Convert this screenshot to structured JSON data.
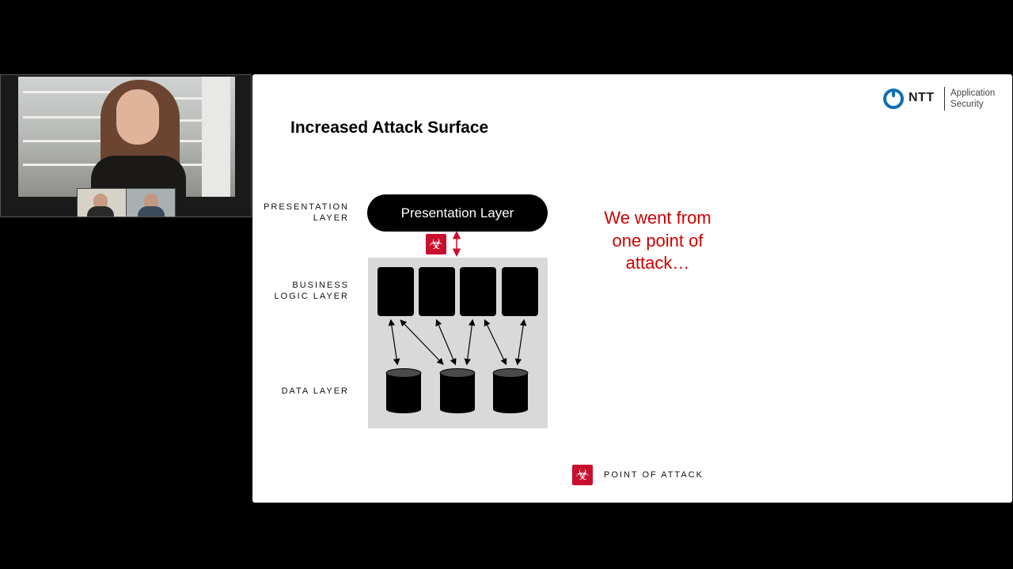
{
  "meeting": {
    "speaker_tile": "video-feed",
    "participants": [
      "participant-1",
      "participant-2"
    ]
  },
  "slide": {
    "title": "Increased Attack Surface",
    "logo": {
      "brand": "NTT",
      "product_line1": "Application",
      "product_line2": "Security",
      "accent_color": "#0f6fb3"
    },
    "labels": {
      "presentation_line1": "PRESENTATION",
      "presentation_line2": "LAYER",
      "business_line1": "BUSINESS",
      "business_line2": "LOGIC LAYER",
      "data": "DATA LAYER"
    },
    "presentation_box": "Presentation Layer",
    "note_line1": "We went from",
    "note_line2": "one point of",
    "note_line3": "attack…",
    "note_color": "#cc0000",
    "legend": {
      "label": "POINT OF ATTACK",
      "icon": "biohazard-icon",
      "icon_color": "#c8102e"
    }
  }
}
